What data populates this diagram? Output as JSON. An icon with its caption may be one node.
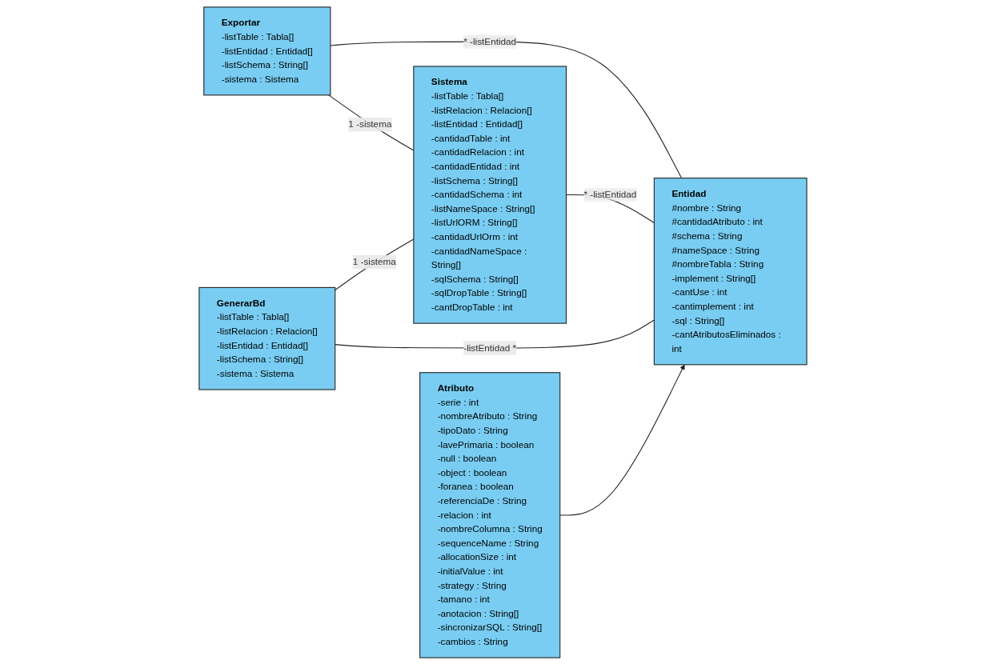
{
  "diagram": {
    "nodes": [
      {
        "text": [
          "Sistema",
          "-listTable : Tabla[]",
          "-listRelacion : Relacion[]",
          "-listEntidad : Entidad[]",
          "-cantidadTable : int",
          "-cantidadRelacion : int",
          "-cantidadEntidad : int",
          "-listSchema : String[]",
          "-cantidadSchema : int",
          "-listNameSpace : String[]",
          "-listUrlORM : String[]",
          "-cantidadUrlOrm : int",
          "-cantidadNameSpace : String[]",
          "-sqlSchema : String[]",
          "-sqlDropTable : String[]",
          "-cantDropTable : int"
        ]
      },
      {
        "text": [
          "Exportar",
          "-listTable : Tabla[]",
          "-listEntidad : Entidad[]",
          "-listSchema : String[]",
          "-sistema : Sistema"
        ]
      },
      {
        "text": [
          "Atributo",
          "-serie : int",
          "-nombreAtributo : String",
          "-tipoDato : String",
          "-lavePrimaria : boolean",
          "-null : boolean",
          "-object : boolean",
          "-foranea : boolean",
          "-referenciaDe : String",
          "-relacion : int",
          "-nombreColumna : String",
          "-sequenceName : String",
          "-allocationSize : int",
          "-initialValue : int",
          "-strategy : String",
          "-tamano : int",
          "-anotacion : String[]",
          "-sincronizarSQL : String[]",
          "-cambios : String"
        ]
      },
      {
        "text": [
          "Entidad",
          "#nombre : String",
          "#cantidadAtributo : int",
          "#schema : String",
          "#nameSpace : String",
          "#nombreTabla : String",
          "-implement : String[]",
          "-cantUse : int",
          "-cantimplement : int",
          "-sql : String[]",
          "-cantAtributosEliminados : int"
        ]
      },
      {
        "text": [
          "GenerarBd",
          "-listTable : Tabla[]",
          "-listRelacion : Relacion[]",
          "-listEntidad : Entidad[]",
          "-listSchema : String[]",
          "-sistema : Sistema"
        ]
      }
    ],
    "edges": [
      {
        "from": 1,
        "to": 0,
        "arrow": "none",
        "label": "1 -sistema"
      },
      {
        "from": 1,
        "to": 3,
        "arrow": "none",
        "label": "* -listEntidad"
      },
      {
        "from": 0,
        "to": 3,
        "arrow": "none",
        "label": "* -listEntidad"
      },
      {
        "from": 4,
        "to": 0,
        "arrow": "none",
        "label": "1 -sistema"
      },
      {
        "from": 4,
        "to": 3,
        "arrow": "none",
        "label": "-listEntidad *"
      },
      {
        "from": 2,
        "to": 3,
        "arrow": "to"
      }
    ]
  }
}
